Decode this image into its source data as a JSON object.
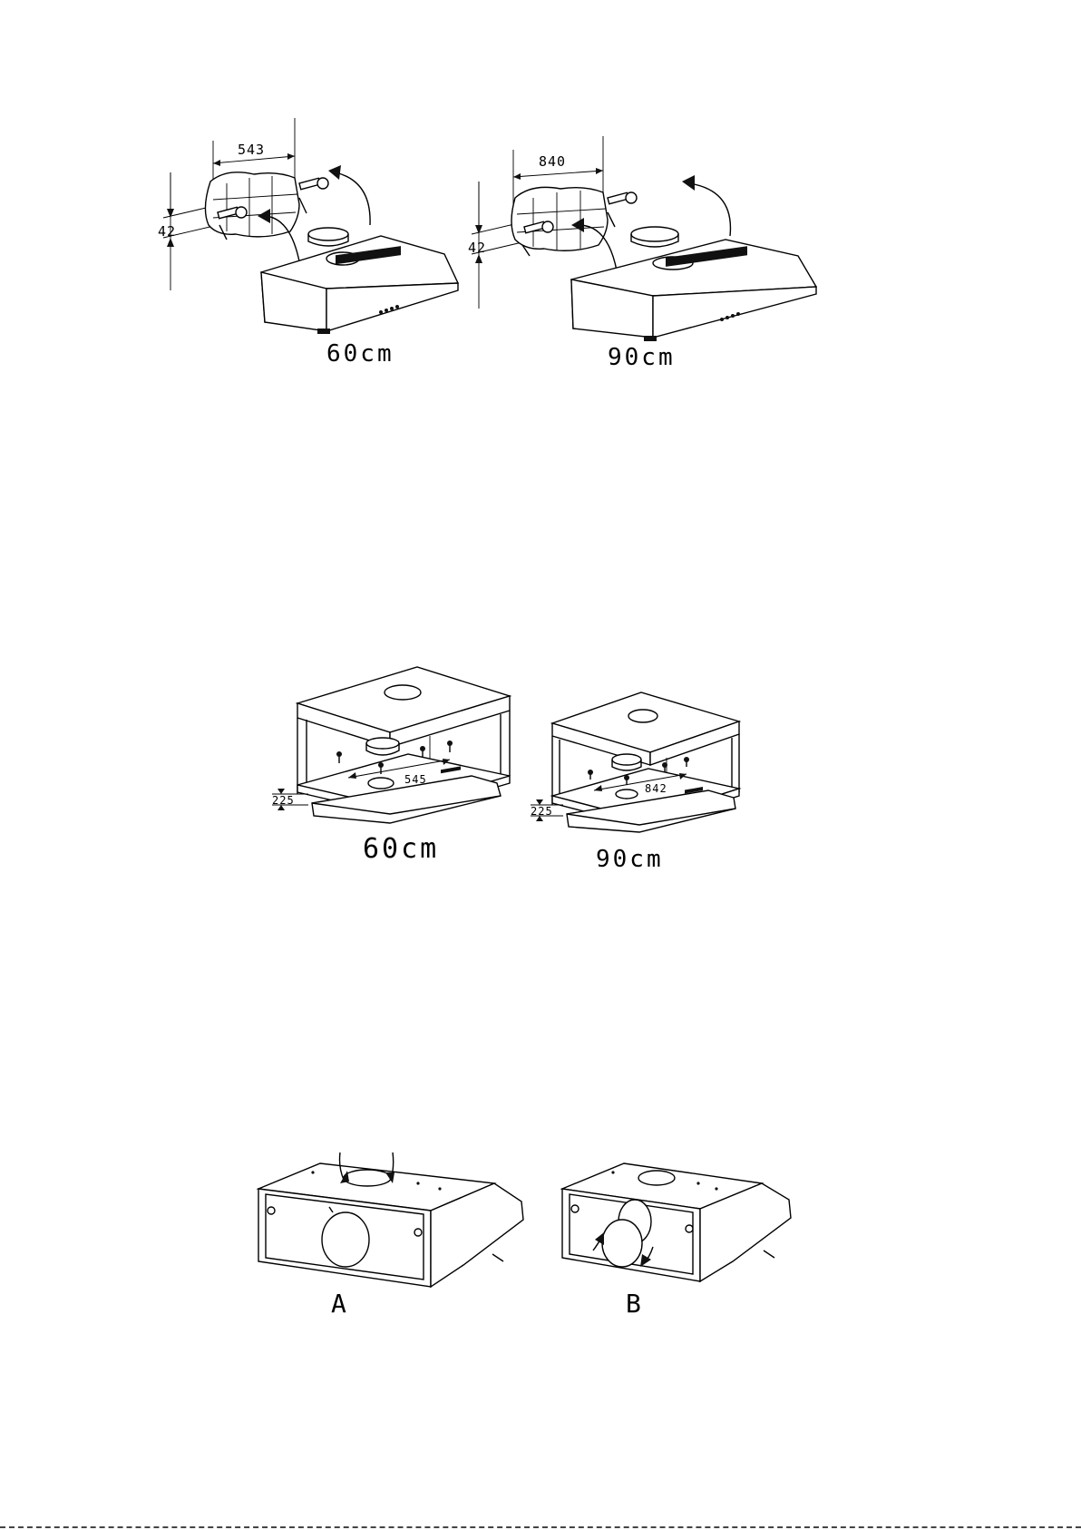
{
  "wall_mount": {
    "left": {
      "caption": "60cm",
      "width_dim": "543",
      "height_dim": "42"
    },
    "right": {
      "caption": "90cm",
      "width_dim": "840",
      "height_dim": "42"
    }
  },
  "cabinet_mount": {
    "left": {
      "caption": "60cm",
      "width_dim": "545",
      "depth_dim": "225"
    },
    "right": {
      "caption": "90cm",
      "width_dim": "842",
      "depth_dim": "225"
    }
  },
  "filter_position": {
    "left": {
      "caption": "A"
    },
    "right": {
      "caption": "B"
    }
  }
}
